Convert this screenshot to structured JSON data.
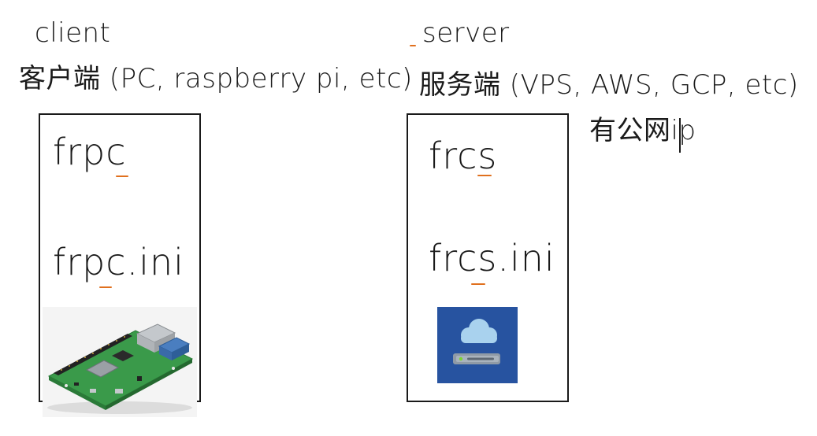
{
  "client": {
    "label": "client",
    "description": "客户端 (PC, raspberry pi, etc)",
    "binary": "frpc",
    "config": "frpc.ini",
    "image": "raspberry-pi-board"
  },
  "server": {
    "label": "server",
    "description": "服务端 (VPS, AWS, GCP, etc)",
    "note": "有公网ip",
    "binary": "frcs",
    "config": "frcs.ini",
    "image": "cloud-server-icon"
  },
  "colors": {
    "ink": "#1a1a1a",
    "underline": "#e0701e",
    "cloud_tile": "#2753a0",
    "cloud": "#a9d2ee",
    "pcb": "#3a9a4a",
    "led": "#7cd432"
  }
}
